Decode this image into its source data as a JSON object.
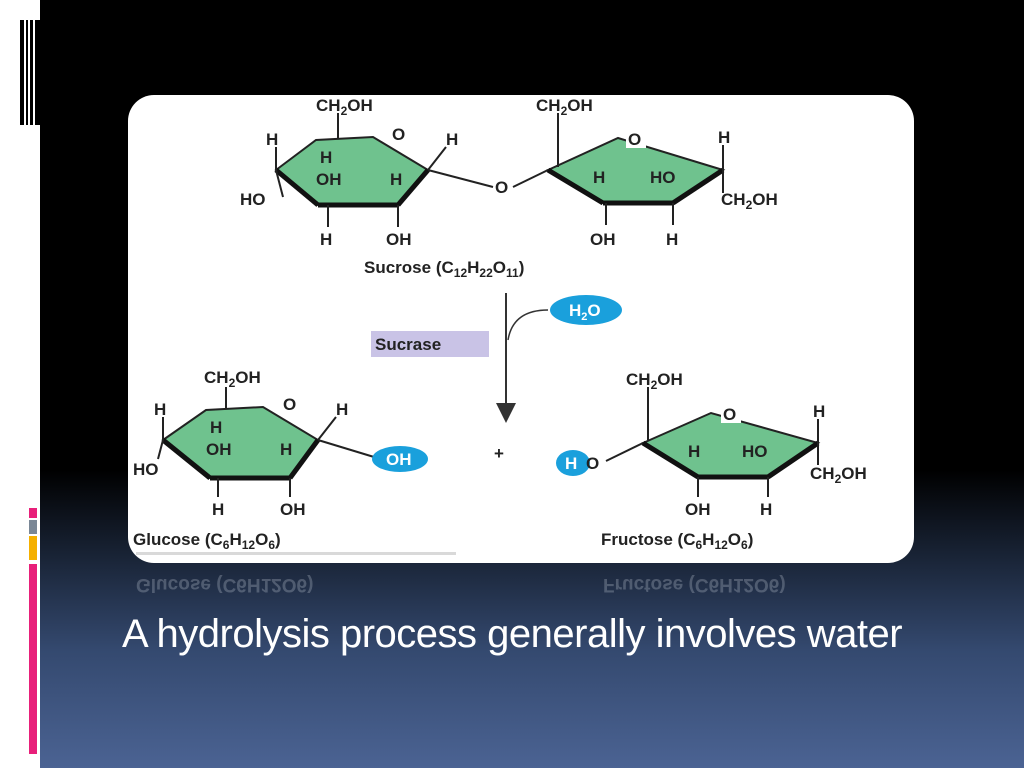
{
  "slide": {
    "caption": "A hydrolysis process generally involves water"
  },
  "diagram": {
    "sucrose_label": "Sucrose (C12H22O11)",
    "sucrose": {
      "name": "Sucrose",
      "formula_parts": [
        "C",
        "12",
        "H",
        "22",
        "O",
        "11"
      ]
    },
    "enzyme_label": "Sucrase",
    "water": {
      "symbol": "H",
      "sub": "2",
      "tail": "O"
    },
    "glucose": {
      "name": "Glucose",
      "formula_parts": [
        "C",
        "6",
        "H",
        "12",
        "O",
        "6"
      ]
    },
    "fructose": {
      "name": "Fructose",
      "formula_parts": [
        "C",
        "6",
        "H",
        "12",
        "O",
        "6"
      ]
    },
    "atoms": {
      "ch2oh": "CH",
      "ch2oh_sub": "2",
      "ch2oh_tail": "OH",
      "h": "H",
      "o": "O",
      "ho": "HO",
      "oh": "OH",
      "plus": "+"
    },
    "colors": {
      "ring_fill": "#6fc28e",
      "water_badge": "#1aa0dc",
      "enzyme_box": "#c9c3e6"
    }
  }
}
